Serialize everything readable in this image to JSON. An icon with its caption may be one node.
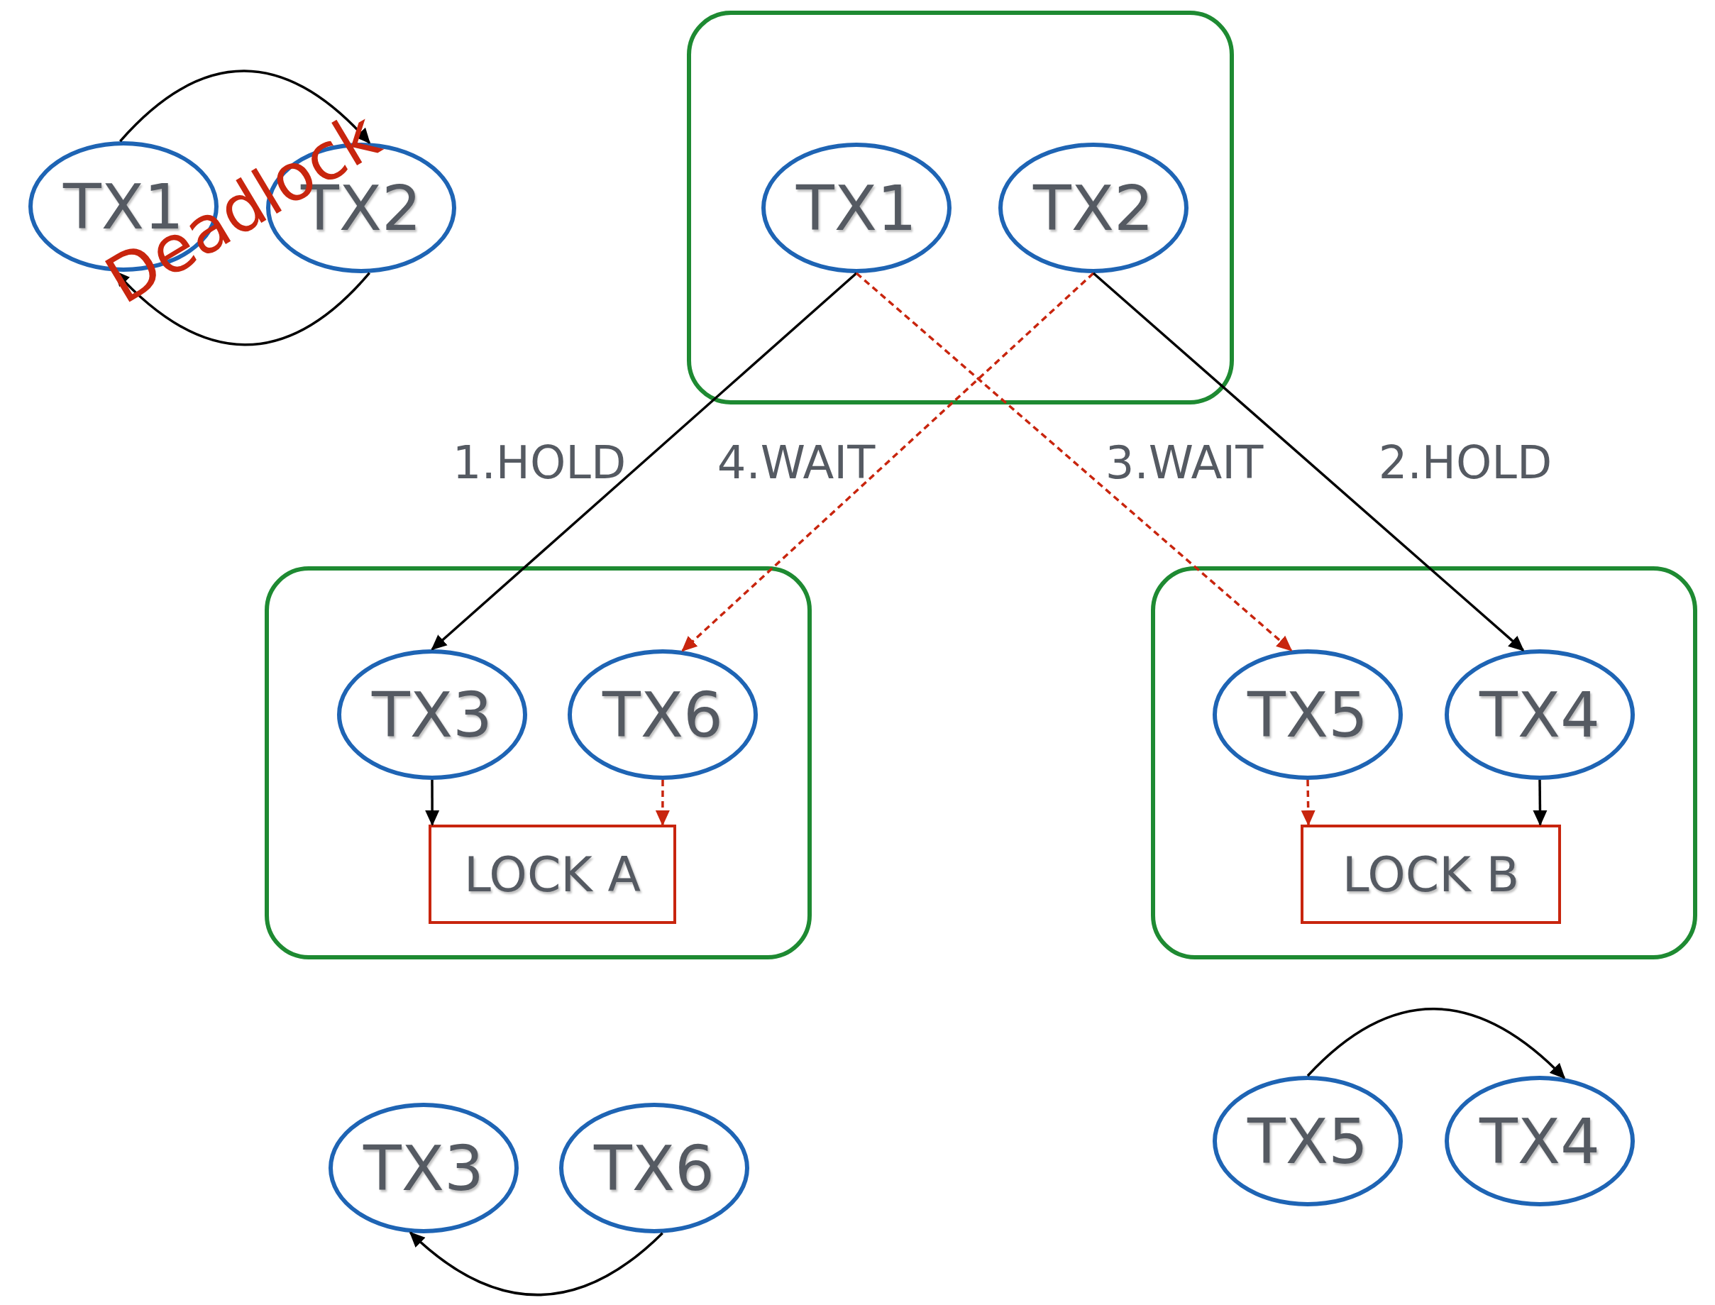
{
  "diagram": {
    "nodes": [
      {
        "text": [
          "TX1"
        ]
      },
      {
        "text": [
          "TX2"
        ]
      },
      {
        "text": [],
        "shape": "box"
      },
      {
        "text": [
          "TX1"
        ],
        "in": 2
      },
      {
        "text": [
          "TX2"
        ],
        "in": 2
      },
      {
        "text": [],
        "shape": "box"
      },
      {
        "text": [
          "TX3"
        ],
        "in": 5
      },
      {
        "text": [
          "TX6"
        ],
        "in": 5
      },
      {
        "text": [
          "LOCK A"
        ],
        "in": 5
      },
      {
        "text": [],
        "shape": "box"
      },
      {
        "text": [
          "TX5"
        ],
        "in": 9
      },
      {
        "text": [
          "TX4"
        ],
        "in": 9
      },
      {
        "text": [
          "LOCK B"
        ],
        "in": 9
      },
      {
        "text": [
          "TX3"
        ]
      },
      {
        "text": [
          "TX6"
        ]
      },
      {
        "text": [
          "TX5"
        ]
      },
      {
        "text": [
          "TX4"
        ]
      }
    ],
    "edges": [
      {
        "from": 0,
        "to": 1,
        "arrow": "to"
      },
      {
        "from": 1,
        "to": 0,
        "arrow": "to"
      },
      {
        "from": 3,
        "to": 6,
        "arrow": "to",
        "label": "1.HOLD"
      },
      {
        "from": 4,
        "to": 7,
        "arrow": "to",
        "label": "4.WAIT",
        "style": "dashed",
        "color": "#c8250e"
      },
      {
        "from": 3,
        "to": 10,
        "arrow": "to",
        "label": "3.WAIT",
        "style": "dashed",
        "color": "#c8250e"
      },
      {
        "from": 4,
        "to": 11,
        "arrow": "to",
        "label": "2.HOLD"
      },
      {
        "from": 6,
        "to": 8,
        "arrow": "to"
      },
      {
        "from": 7,
        "to": 8,
        "arrow": "to",
        "style": "dashed",
        "color": "#c8250e"
      },
      {
        "from": 10,
        "to": 12,
        "arrow": "to",
        "style": "dashed",
        "color": "#c8250e"
      },
      {
        "from": 11,
        "to": 12,
        "arrow": "to"
      },
      {
        "from": 15,
        "to": 16,
        "arrow": "to"
      },
      {
        "from": 14,
        "to": 13,
        "arrow": "to"
      }
    ],
    "labels": [
      "Deadlock"
    ]
  }
}
